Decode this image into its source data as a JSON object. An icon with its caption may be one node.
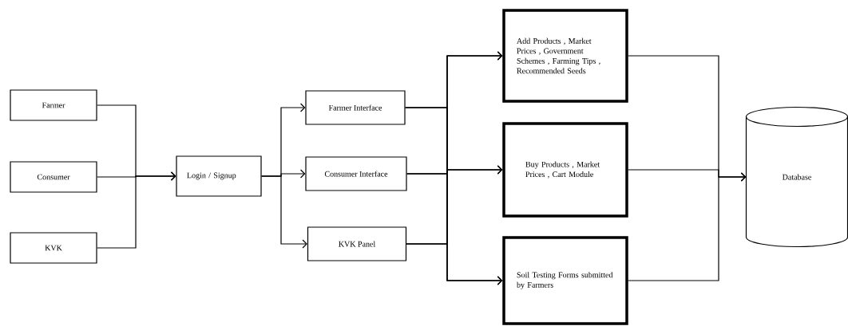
{
  "diagram": {
    "nodes": [
      {
        "text": [
          "Farmer"
        ]
      },
      {
        "text": [
          "Consumer"
        ]
      },
      {
        "text": [
          "KVK"
        ]
      },
      {
        "text": [
          "Login / Signup"
        ]
      },
      {
        "text": [
          "Farmer Interface"
        ]
      },
      {
        "text": [
          "Consumer Interface"
        ]
      },
      {
        "text": [
          "KVK Panel"
        ]
      },
      {
        "text": [
          "Add Products , Market Prices , Government Schemes , Farming Tips , Recommended Seeds"
        ]
      },
      {
        "text": [
          "Buy Products , Market Prices , Cart Module"
        ]
      },
      {
        "text": [
          "Soil Testing Forms submitted by Farmers"
        ]
      },
      {
        "text": [
          "Database"
        ]
      }
    ],
    "edges": [
      {
        "from": 0,
        "to": 3,
        "arrow": "to"
      },
      {
        "from": 1,
        "to": 3,
        "arrow": "to"
      },
      {
        "from": 2,
        "to": 3,
        "arrow": "to"
      },
      {
        "from": 3,
        "to": 4,
        "arrow": "to"
      },
      {
        "from": 3,
        "to": 5,
        "arrow": "to"
      },
      {
        "from": 3,
        "to": 6,
        "arrow": "to"
      },
      {
        "from": 4,
        "to": 7,
        "arrow": "to"
      },
      {
        "from": 4,
        "to": 8,
        "arrow": "to"
      },
      {
        "from": 4,
        "to": 9,
        "arrow": "to"
      },
      {
        "from": 5,
        "to": 7,
        "arrow": "to"
      },
      {
        "from": 5,
        "to": 8,
        "arrow": "to"
      },
      {
        "from": 5,
        "to": 9,
        "arrow": "to"
      },
      {
        "from": 6,
        "to": 7,
        "arrow": "to"
      },
      {
        "from": 6,
        "to": 8,
        "arrow": "to"
      },
      {
        "from": 6,
        "to": 9,
        "arrow": "to"
      },
      {
        "from": 7,
        "to": 10,
        "arrow": "to"
      },
      {
        "from": 8,
        "to": 10,
        "arrow": "to"
      },
      {
        "from": 9,
        "to": 10,
        "arrow": "to"
      }
    ]
  }
}
